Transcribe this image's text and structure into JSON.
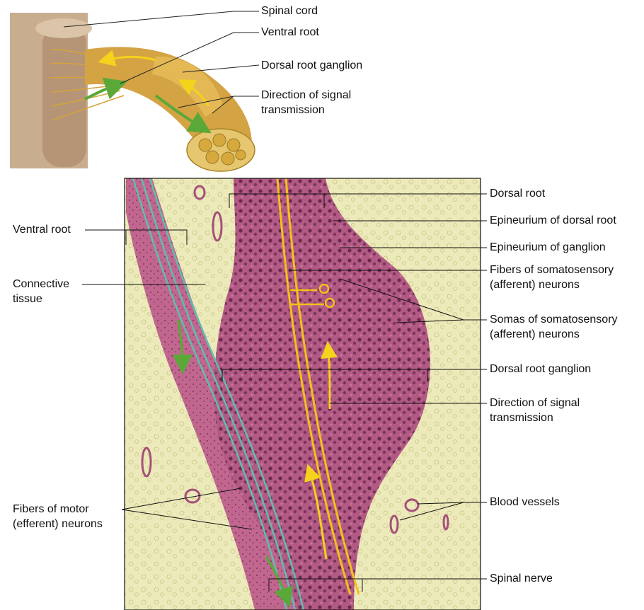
{
  "top_labels": {
    "spinal_cord": "Spinal cord",
    "ventral_root": "Ventral root",
    "dorsal_root_ganglion": "Dorsal root ganglion",
    "direction_line1": "Direction of signal",
    "direction_line2": "transmission"
  },
  "left_labels": {
    "ventral_root": "Ventral root",
    "connective_line1": "Connective",
    "connective_line2": "tissue",
    "motor_line1": "Fibers of motor",
    "motor_line2": "(efferent) neurons"
  },
  "right_labels": {
    "dorsal_root": "Dorsal root",
    "epineurium_dorsal_root": "Epineurium of dorsal root",
    "epineurium_ganglion": "Epineurium of ganglion",
    "fibers_line1": "Fibers of somatosensory",
    "fibers_line2": "(afferent) neurons",
    "somas_line1": "Somas of somatosensory",
    "somas_line2": "(afferent) neurons",
    "dorsal_root_ganglion": "Dorsal root ganglion",
    "direction_line1": "Direction of signal",
    "direction_line2": "transmission",
    "blood_vessels": "Blood vessels",
    "spinal_nerve": "Spinal nerve"
  },
  "colors": {
    "nerve_fiber_afferent": "#f2c21a",
    "nerve_fiber_efferent": "#5dbfae",
    "arrow_green": "#5aa838",
    "arrow_yellow": "#f5d21c",
    "tissue_pink": "#b7547f",
    "connective_yellow": "#e8e7b4",
    "soma_dark": "#5c2545"
  }
}
